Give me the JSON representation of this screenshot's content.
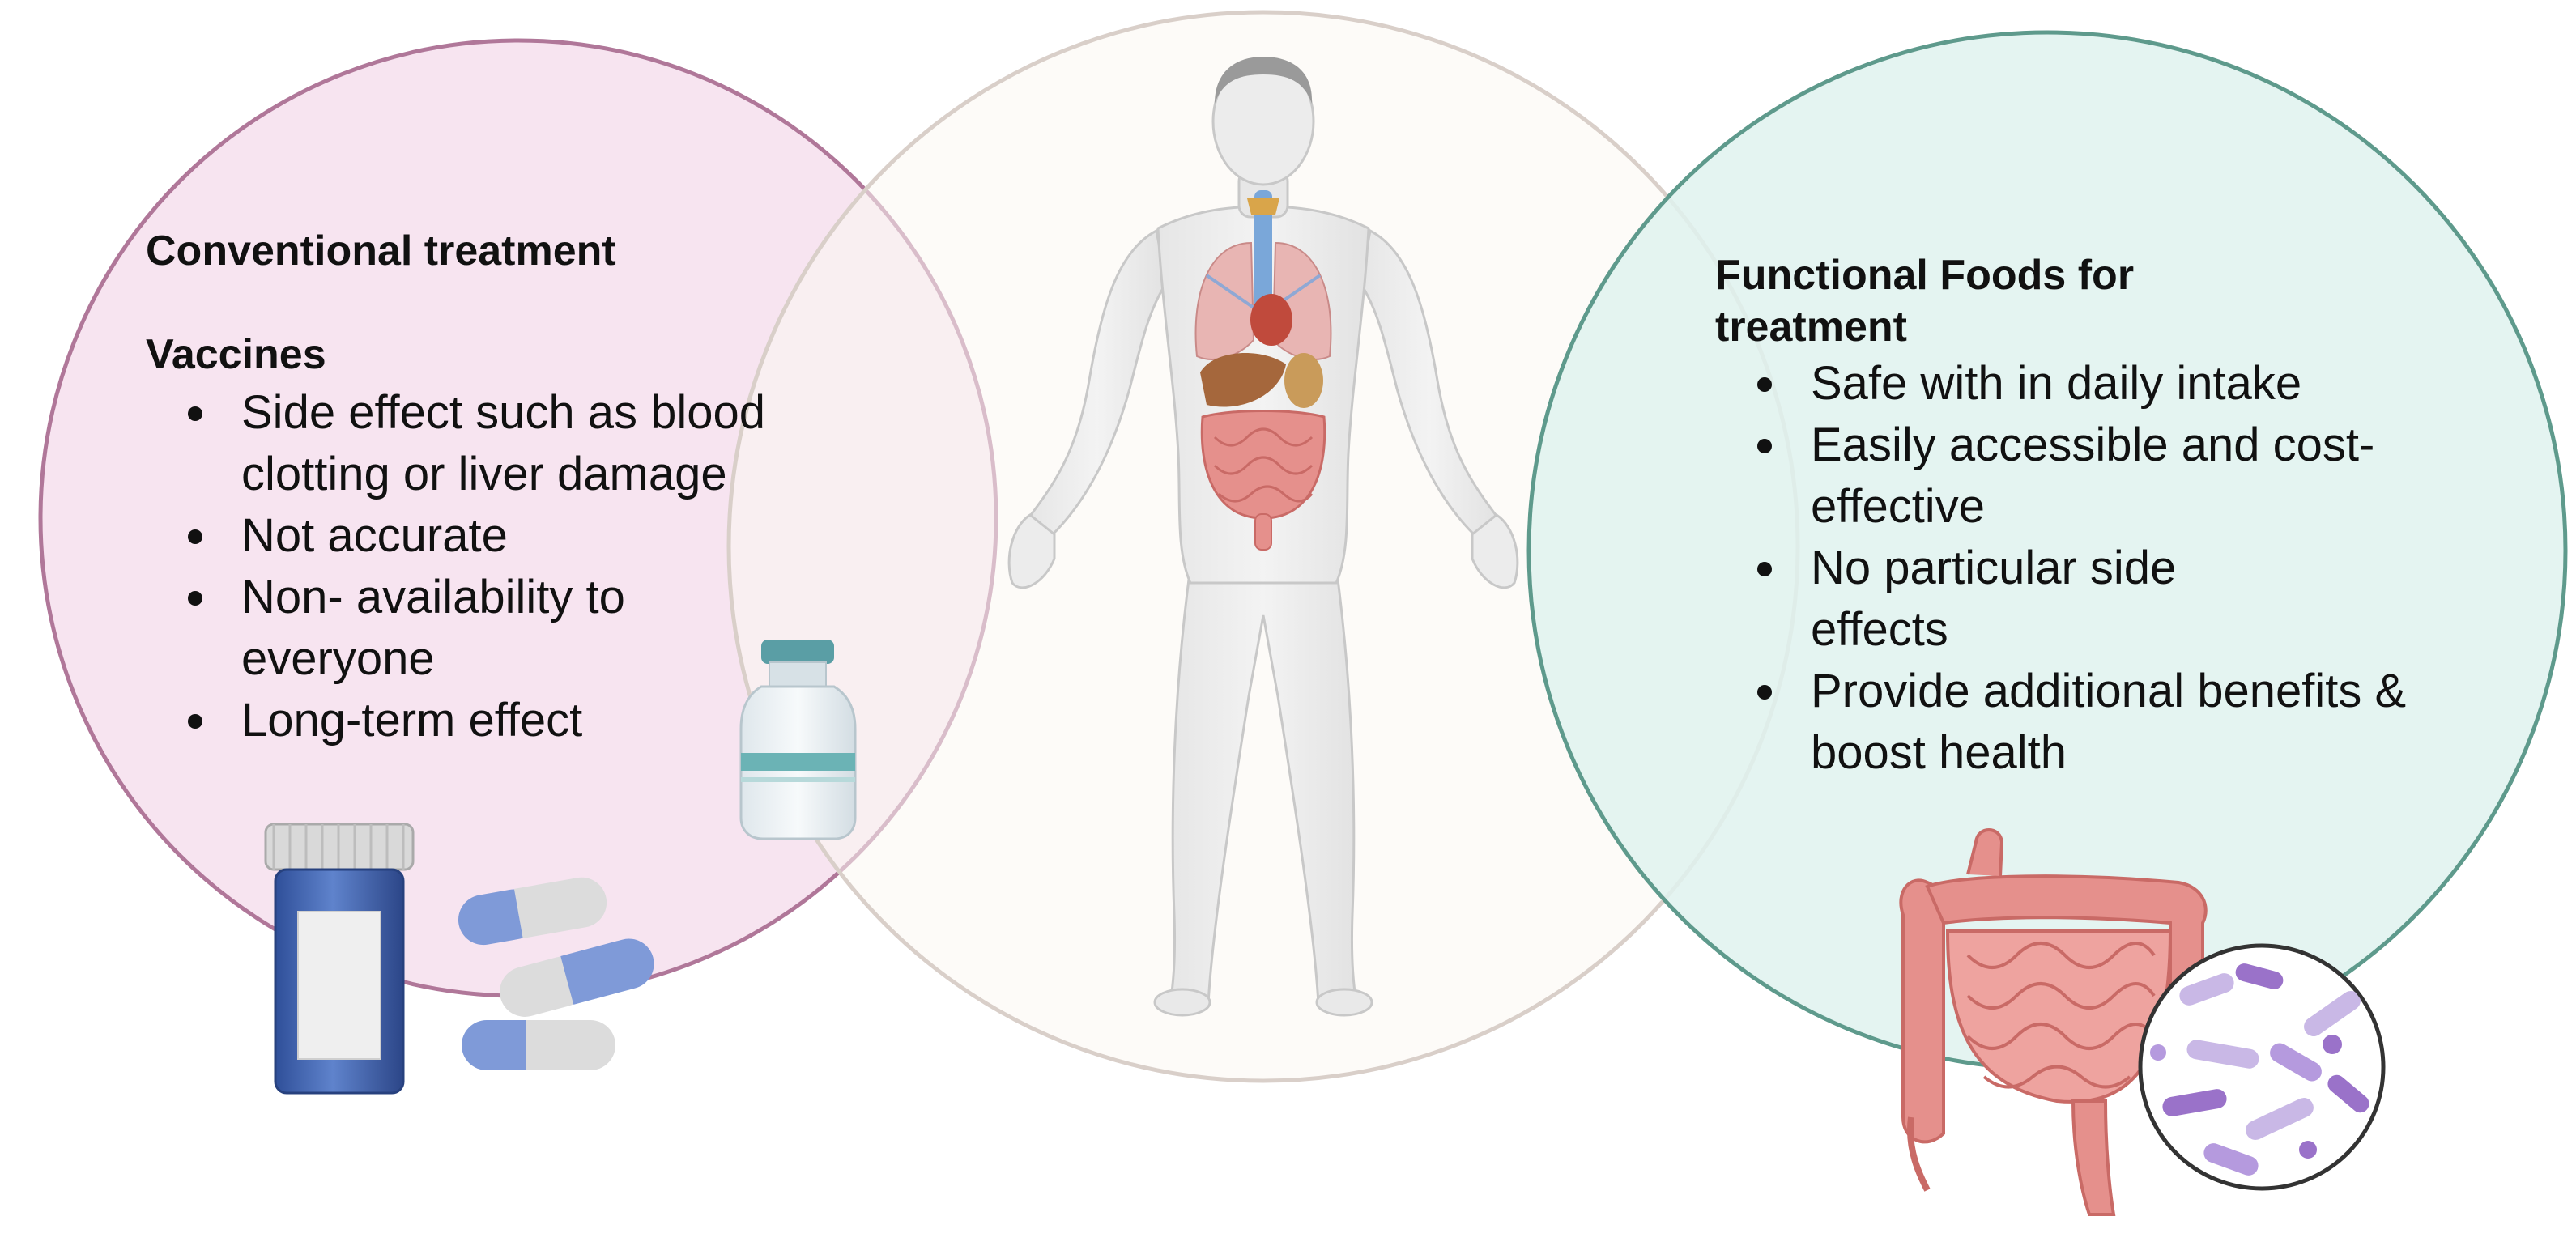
{
  "left": {
    "title": "Conventional treatment",
    "subtitle": "Vaccines",
    "items": [
      "Side effect such as blood clotting or liver damage",
      "Not accurate",
      "Non- availability to everyone",
      "Long-term effect"
    ]
  },
  "right": {
    "title": "Functional Foods for treatment",
    "items": [
      "Safe with in daily intake",
      "Easily accessible and cost-effective",
      "No particular side effects",
      "Provide additional benefits & boost health"
    ]
  },
  "colors": {
    "left_fill": "#f7e4f0",
    "left_stroke": "#b07799",
    "center_fill": "#fbf8f3",
    "center_stroke": "#d9cfc9",
    "right_fill": "#dff2ee",
    "right_stroke": "#5e9a8c"
  },
  "icons": [
    "human-body-icon",
    "vaccine-vial-icon",
    "pill-bottle-icon",
    "capsule-icon",
    "intestine-icon",
    "bacteria-icon"
  ]
}
